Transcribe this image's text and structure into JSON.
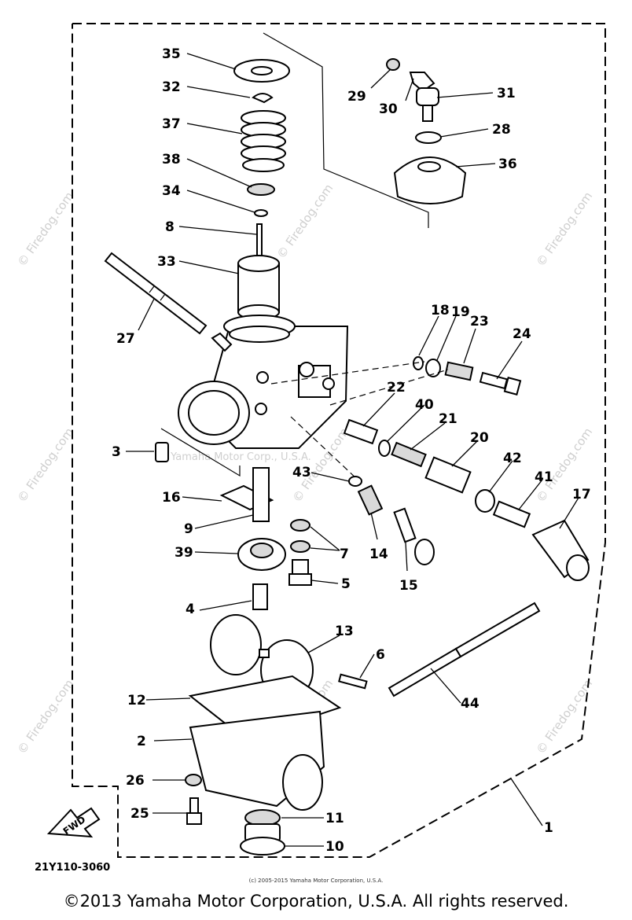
{
  "diagram_code": "21Y110-3060",
  "small_copyright": "(c) 2005-2015 Yamaha Motor Corporation, U.S.A.",
  "footer": "©2013 Yamaha Motor Corporation, U.S.A. All rights reserved.",
  "watermark_site": "© Firedog.com",
  "watermark_center": "© Yamaha Motor Corp., U.S.A.",
  "fwd_label": "FWD",
  "callouts": {
    "c1": "1",
    "c2": "2",
    "c3": "3",
    "c4": "4",
    "c5": "5",
    "c6": "6",
    "c7": "7",
    "c8": "8",
    "c9": "9",
    "c10": "10",
    "c11": "11",
    "c12": "12",
    "c13": "13",
    "c14": "14",
    "c15": "15",
    "c16": "16",
    "c17": "17",
    "c18": "18",
    "c19": "19",
    "c20": "20",
    "c21": "21",
    "c22": "22",
    "c23": "23",
    "c24": "24",
    "c25": "25",
    "c26": "26",
    "c27": "27",
    "c28": "28",
    "c29": "29",
    "c30": "30",
    "c31": "31",
    "c32": "32",
    "c33": "33",
    "c34": "34",
    "c35": "35",
    "c36": "36",
    "c37": "37",
    "c38": "38",
    "c39": "39",
    "c40": "40",
    "c41": "41",
    "c42": "42",
    "c43": "43",
    "c44": "44"
  }
}
